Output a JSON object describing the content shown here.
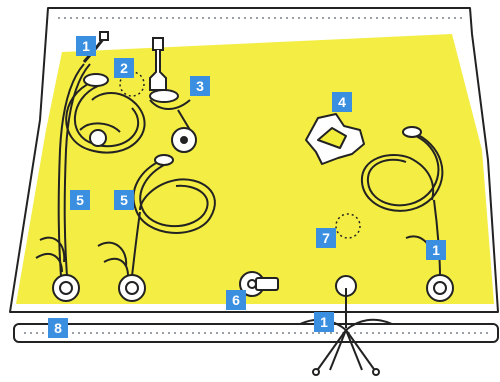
{
  "callouts": {
    "hose_left": "1",
    "dotted_circle_upper": "2",
    "vertical_valve": "3",
    "clamp_part": "4",
    "hose_left_lower": "5",
    "hose_middle": "5",
    "dotted_circle_lower": "7",
    "hose_right": "1",
    "small_connector": "6",
    "bottom_tube": "1",
    "bottom_strip": "8"
  },
  "colors": {
    "bag_fill": "#f2ec3a",
    "outline": "#222222",
    "label_bg": "#3a8fe0",
    "label_text": "#ffffff",
    "seam_dots": "#9aa0a6"
  }
}
